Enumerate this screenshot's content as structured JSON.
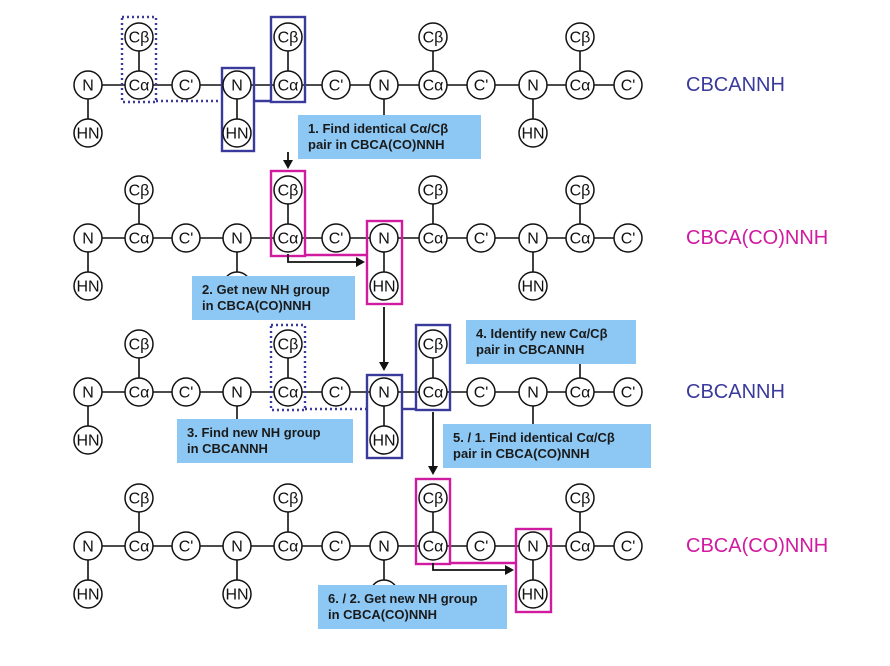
{
  "colors": {
    "cbcannh": "#3a3a9c",
    "cbcaconnh": "#d01aa0",
    "note_bg": "#8dc8f4"
  },
  "atom_labels": {
    "n": "N",
    "hn": "HN",
    "ca": "Cα",
    "cb": "Cβ",
    "co": "C'"
  },
  "spectra": [
    {
      "label": "CBCANNH",
      "color_key": "cbcannh"
    },
    {
      "label": "CBCA(CO)NNH",
      "color_key": "cbcaconnh"
    },
    {
      "label": "CBCANNH",
      "color_key": "cbcannh"
    },
    {
      "label": "CBCA(CO)NNH",
      "color_key": "cbcaconnh"
    }
  ],
  "notes": [
    {
      "lines": [
        "1. Find identical Cα/Cβ",
        "pair in CBCA(CO)NNH"
      ]
    },
    {
      "lines": [
        "2. Get new NH group",
        "in CBCA(CO)NNH"
      ]
    },
    {
      "lines": [
        "4. Identify new Cα/Cβ",
        "pair in CBCANNH"
      ]
    },
    {
      "lines": [
        "3. Find new NH group",
        "in CBCANNH"
      ]
    },
    {
      "lines": [
        "5. / 1. Find identical Cα/Cβ",
        "pair in CBCA(CO)NNH"
      ]
    },
    {
      "lines": [
        "6. / 2. Get new NH group",
        "in CBCA(CO)NNH"
      ]
    }
  ]
}
